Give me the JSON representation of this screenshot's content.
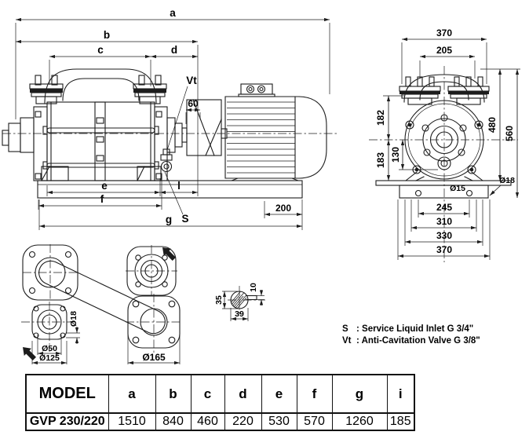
{
  "side_view": {
    "dim_a": "a",
    "dim_b": "b",
    "dim_c": "c",
    "dim_d": "d",
    "dim_e": "e",
    "dim_i": "l",
    "dim_f": "f",
    "dim_g": "g",
    "dim_60": "60",
    "dim_200": "200",
    "label_vt": "Vt",
    "label_s": "S"
  },
  "front_view": {
    "dim_370_top": "370",
    "dim_205": "205",
    "dim_182": "182",
    "dim_183": "183",
    "dim_130": "130",
    "dim_480": "480",
    "dim_560": "560",
    "dim_d15": "Ø15",
    "dim_d18": "Ø18",
    "dim_245": "245",
    "dim_310": "310",
    "dim_330": "330",
    "dim_370_bottom": "370"
  },
  "port_view": {
    "dim_d18": "Ø18",
    "dim_d50": "Ø50",
    "dim_d125": "Ø125",
    "dim_d165": "Ø165"
  },
  "shaft_detail": {
    "dim_35": "35",
    "dim_10": "10",
    "dim_39": "39"
  },
  "notes": [
    {
      "key": "S",
      "desc": ":  Service Liquid Inlet   G 3/4\""
    },
    {
      "key": "Vt",
      "desc": ":  Anti-Cavitation Valve G 3/8\""
    }
  ],
  "table": {
    "headers": [
      "MODEL",
      "a",
      "b",
      "c",
      "d",
      "e",
      "f",
      "g",
      "i"
    ],
    "row": [
      "GVP 230/220",
      "1510",
      "840",
      "460",
      "220",
      "530",
      "570",
      "1260",
      "185"
    ]
  }
}
